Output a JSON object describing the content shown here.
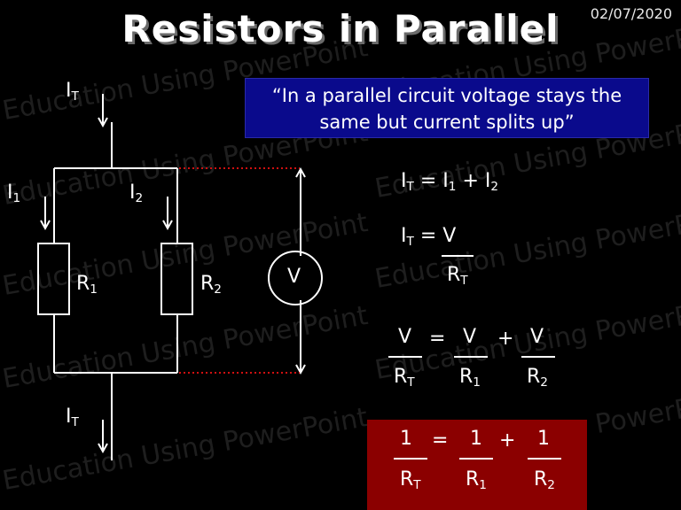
{
  "title": "Resistors in Parallel",
  "date": "02/07/2020",
  "watermark": "Education Using PowerPoint",
  "quote": "“In a parallel circuit voltage stays the same but current splits up”",
  "circuit": {
    "current_main": "I",
    "current_main_sub": "T",
    "current_1": "I",
    "current_1_sub": "1",
    "current_2": "I",
    "current_2_sub": "2",
    "resistor_1": "R",
    "resistor_1_sub": "1",
    "resistor_2": "R",
    "resistor_2_sub": "2",
    "voltmeter": "V"
  },
  "eq1": {
    "lhs": "I",
    "lhs_sub": "T",
    "eq": "=",
    "t1": "I",
    "t1_sub": "1",
    "plus": "+",
    "t2": "I",
    "t2_sub": "2"
  },
  "eq2": {
    "lhs": "I",
    "lhs_sub": "T",
    "eq": "=",
    "num": "V",
    "den": "R",
    "den_sub": "T"
  },
  "eq3": {
    "n1": "V",
    "d1": "R",
    "d1_sub": "T",
    "eq": "=",
    "n2": "V",
    "d2": "R",
    "d2_sub": "1",
    "plus": "+",
    "n3": "V",
    "d3": "R",
    "d3_sub": "2"
  },
  "eq4": {
    "n1": "1",
    "d1": "R",
    "d1_sub": "T",
    "eq": "=",
    "n2": "1",
    "d2": "R",
    "d2_sub": "1",
    "plus": "+",
    "n3": "1",
    "d3": "R",
    "d3_sub": "2"
  },
  "colors": {
    "background": "#000000",
    "quote_box": "#0a0a8c",
    "answer_box": "#8b0000",
    "dotted_line": "#d01010"
  }
}
